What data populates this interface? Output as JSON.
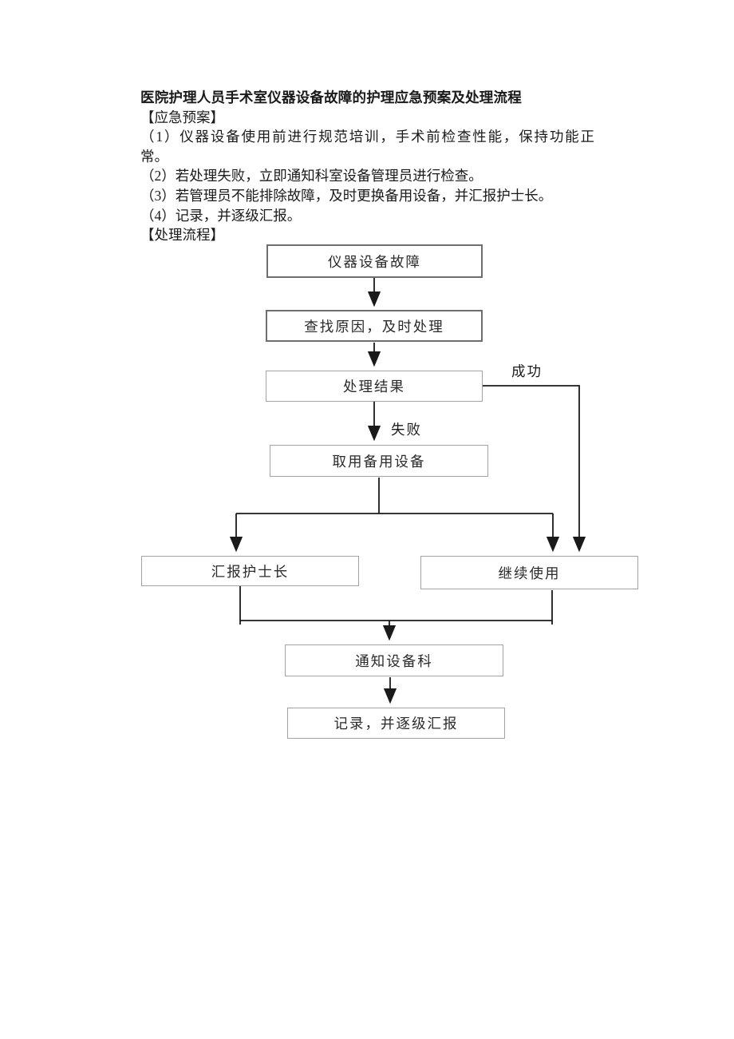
{
  "document": {
    "title": "医院护理人员手术室仪器设备故障的护理应急预案及处理流程",
    "plan_header": "【应急预案】",
    "plan_lines": [
      "（1）仪器设备使用前进行规范培训，手术前检查性能，保持功能正",
      "常。",
      "（2）若处理失败，立即通知科室设备管理员进行检查。",
      "（3）若管理员不能排除故障，及时更换备用设备，并汇报护士长。",
      "（4）记录，并逐级汇报。"
    ],
    "flow_header": "【处理流程】"
  },
  "flowchart": {
    "nodes": {
      "fault": "仪器设备故障",
      "investigate": "查找原因，及时处理",
      "result": "处理结果",
      "backup": "取用备用设备",
      "report_head_nurse": "汇报护士长",
      "continue_use": "继续使用",
      "notify_equipment_dept": "通知设备科",
      "record_report": "记录，并逐级汇报"
    },
    "edge_labels": {
      "success": "成功",
      "failure": "失败"
    }
  },
  "colors": {
    "background": "#ffffff",
    "text": "#1a1a1a",
    "box_border_dark": "#6e6e6e",
    "box_border_light": "#a3a3a3",
    "connector_line": "#1a1a1a"
  }
}
